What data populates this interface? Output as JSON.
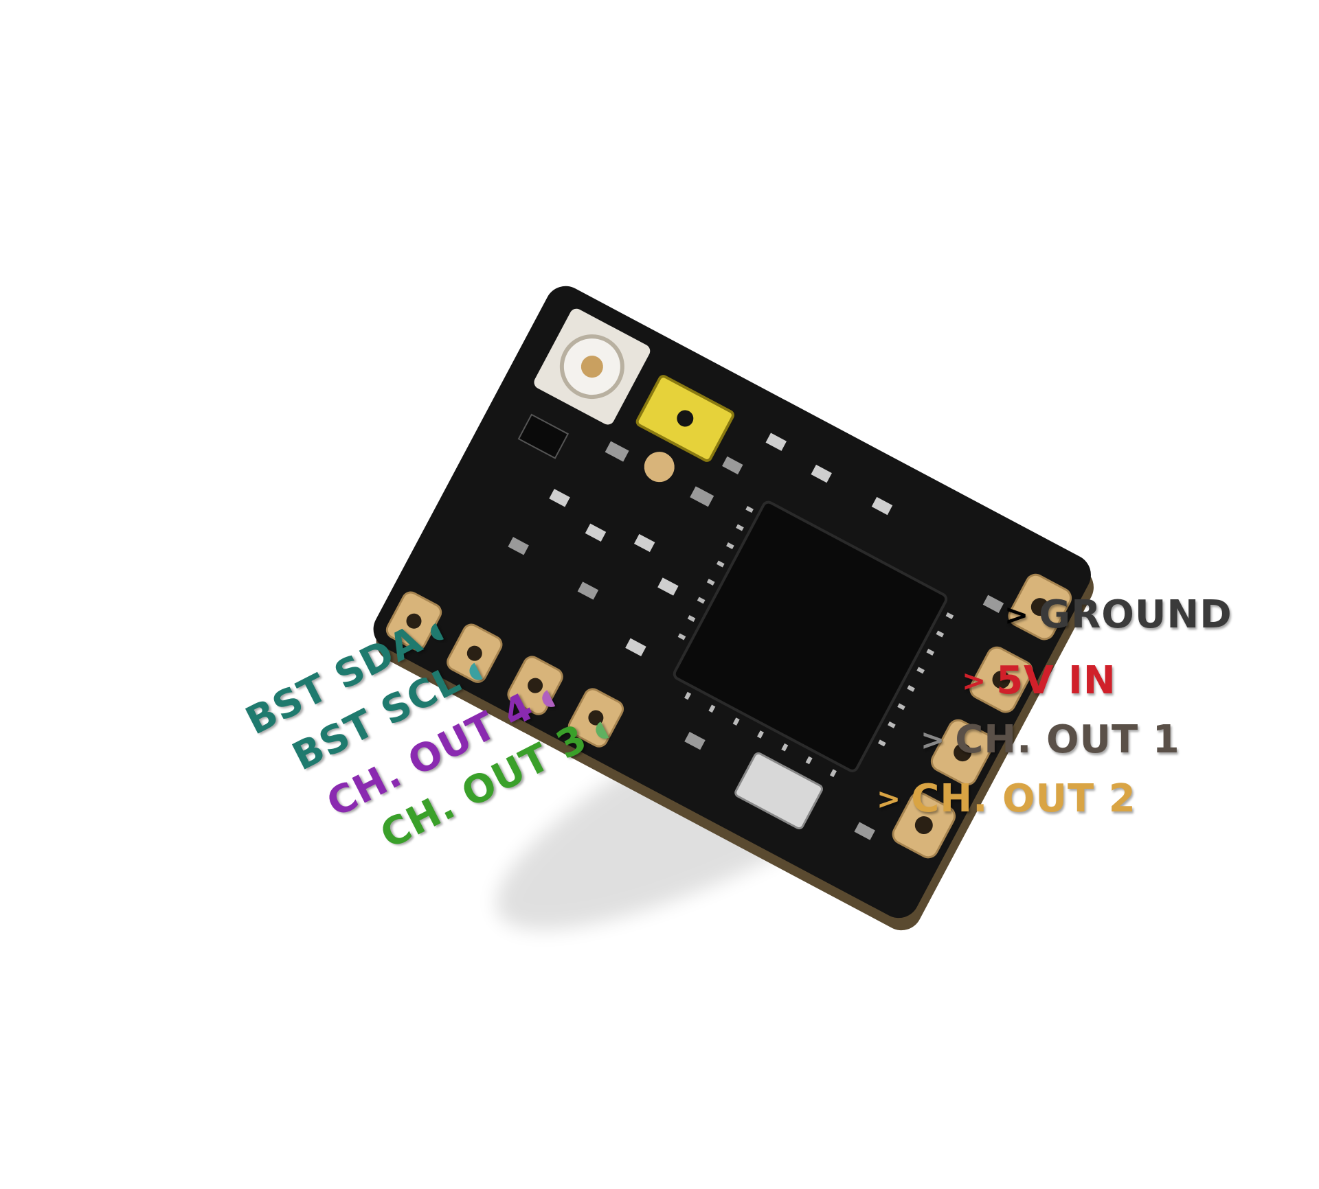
{
  "labels": {
    "right": [
      {
        "id": "ground",
        "text": "GROUND",
        "color": "#3a3a3a"
      },
      {
        "id": "5v-in",
        "text": "5V IN",
        "color": "#d0202a"
      },
      {
        "id": "ch-out-1",
        "text": "CH. OUT 1",
        "color": "#5a5048"
      },
      {
        "id": "ch-out-2",
        "text": "CH. OUT 2",
        "color": "#d9a444"
      }
    ],
    "left": [
      {
        "id": "bst-sda",
        "text": "BST SDA",
        "color": "#1f7a6e"
      },
      {
        "id": "bst-scl",
        "text": "BST SCL",
        "color": "#1f7a6e"
      },
      {
        "id": "ch-out-4",
        "text": "CH. OUT 4",
        "color": "#8a2ab0"
      },
      {
        "id": "ch-out-3",
        "text": "CH. OUT 3",
        "color": "#3aa02a"
      }
    ],
    "pointer_glyph": ">"
  },
  "colors": {
    "board": "#141414",
    "pad_gold": "#d8b47a",
    "connector_yellow": "#e6d23a",
    "chip": "#0c0c0c",
    "crystal": "#d8d8d8"
  },
  "icons": [
    "ufl-antenna-connector-icon",
    "bind-button-icon",
    "solder-pad-icon"
  ]
}
